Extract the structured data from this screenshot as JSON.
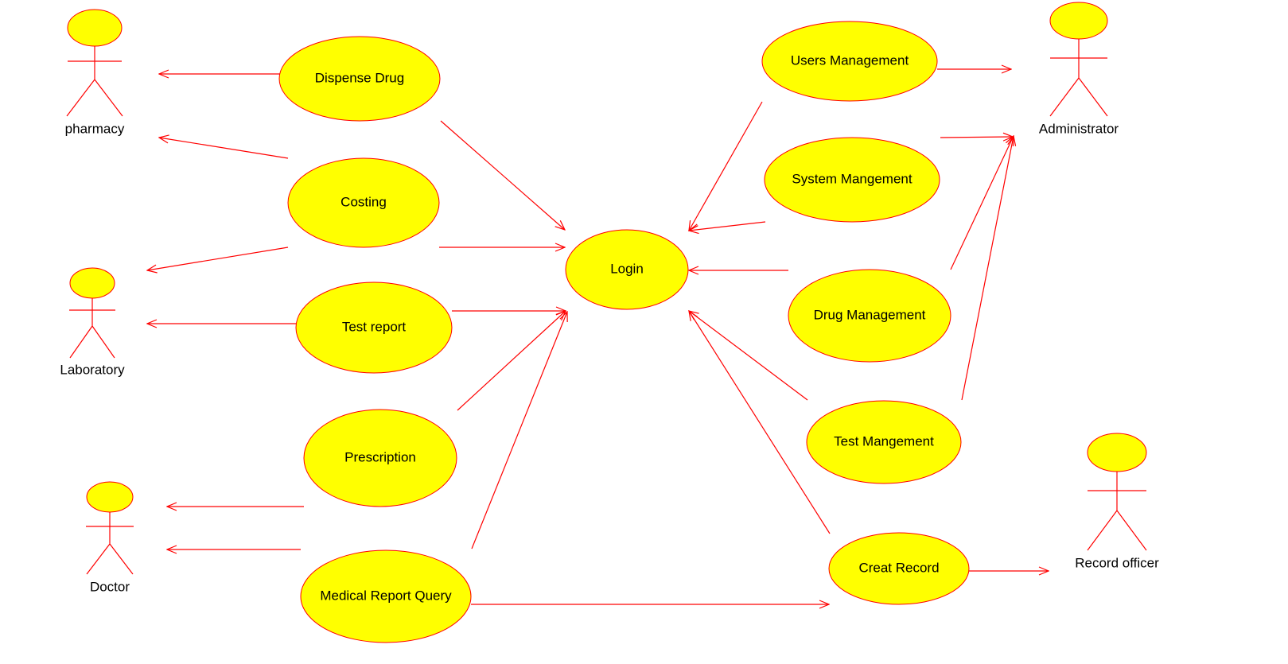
{
  "colors": {
    "usecase_fill": "#ffff00",
    "stroke": "#ff0000",
    "text": "#000000",
    "background": "#ffffff"
  },
  "actors": {
    "pharmacy": "pharmacy",
    "laboratory": "Laboratory",
    "doctor": "Doctor",
    "administrator": "Administrator",
    "record_officer": "Record officer"
  },
  "use_cases": {
    "dispense_drug": "Dispense Drug",
    "costing": "Costing",
    "test_report": "Test report",
    "prescription": "Prescription",
    "medical_report_query": "Medical Report Query",
    "login": "Login",
    "users_management": "Users Management",
    "system_management": "System Mangement",
    "drug_management": "Drug Management",
    "test_management": "Test Mangement",
    "creat_record": "Creat Record"
  }
}
